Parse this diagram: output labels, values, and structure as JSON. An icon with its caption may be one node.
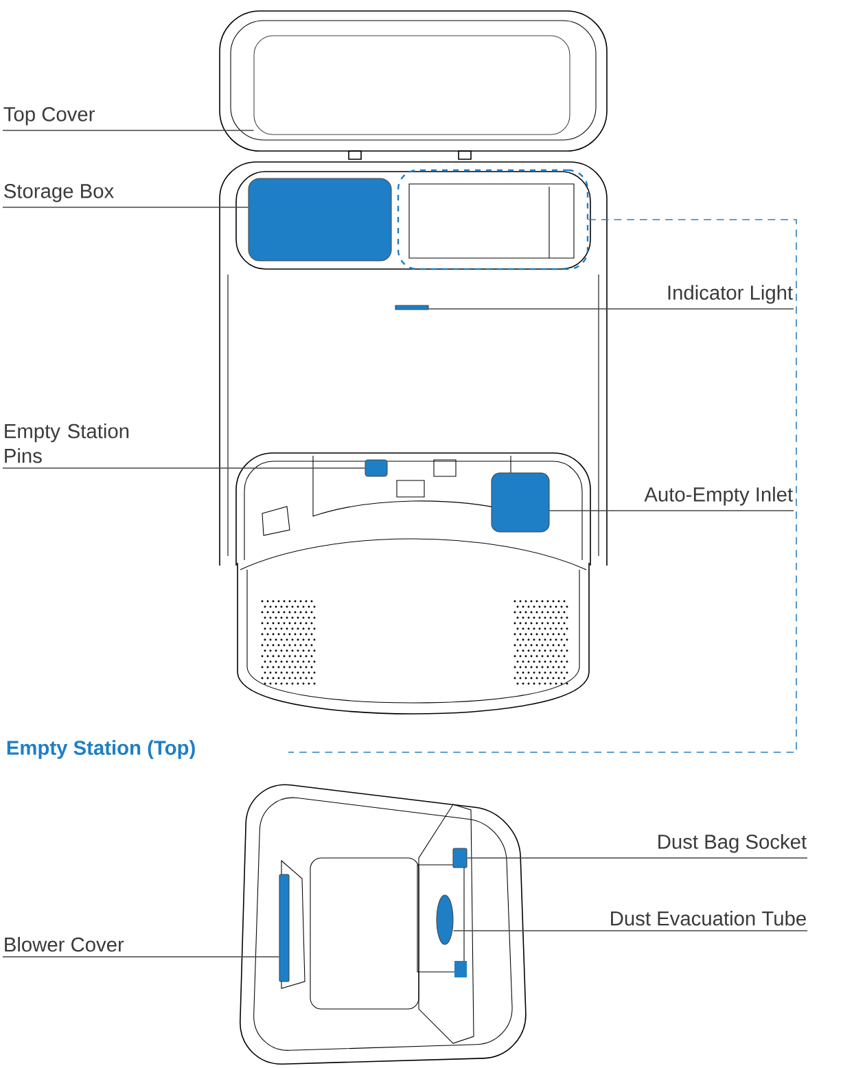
{
  "diagram": {
    "nodes": [
      {
        "text": [
          "Top Cover"
        ]
      },
      {
        "text": [],
        "shape": "box"
      },
      {
        "text": [
          "Storage Box"
        ]
      },
      {
        "text": [],
        "shape": "box"
      },
      {
        "text": [
          "Indicator Light"
        ]
      },
      {
        "text": [],
        "shape": "bar"
      },
      {
        "text": [
          "Empty Station Pins"
        ]
      },
      {
        "text": [],
        "shape": "box"
      },
      {
        "text": [
          "Auto-Empty Inlet"
        ]
      },
      {
        "text": [],
        "shape": "box"
      },
      {
        "text": [
          "Dust Bag Socket"
        ]
      },
      {
        "text": [],
        "shape": "box"
      },
      {
        "text": [
          "Dust Evacuation Tube"
        ]
      },
      {
        "text": [],
        "shape": "circle"
      },
      {
        "text": [
          "Blower Cover"
        ]
      },
      {
        "text": [],
        "shape": "bar"
      },
      {
        "text": [],
        "shape": "box"
      }
    ],
    "edges": [
      {
        "from": 0,
        "to": 1,
        "arrow": "none"
      },
      {
        "from": 2,
        "to": 3,
        "arrow": "none"
      },
      {
        "from": 4,
        "to": 5,
        "arrow": "none"
      },
      {
        "from": 6,
        "to": 7,
        "arrow": "none"
      },
      {
        "from": 8,
        "to": 9,
        "arrow": "none"
      },
      {
        "from": 10,
        "to": 11,
        "arrow": "none"
      },
      {
        "from": 12,
        "to": 13,
        "arrow": "none"
      },
      {
        "from": 14,
        "to": 15,
        "arrow": "none"
      },
      {
        "from": 16,
        "to": null,
        "arrow": "none",
        "style": "dashed",
        "color": "#2a80c2"
      }
    ],
    "labels": [
      "Empty Station (Top)"
    ]
  }
}
